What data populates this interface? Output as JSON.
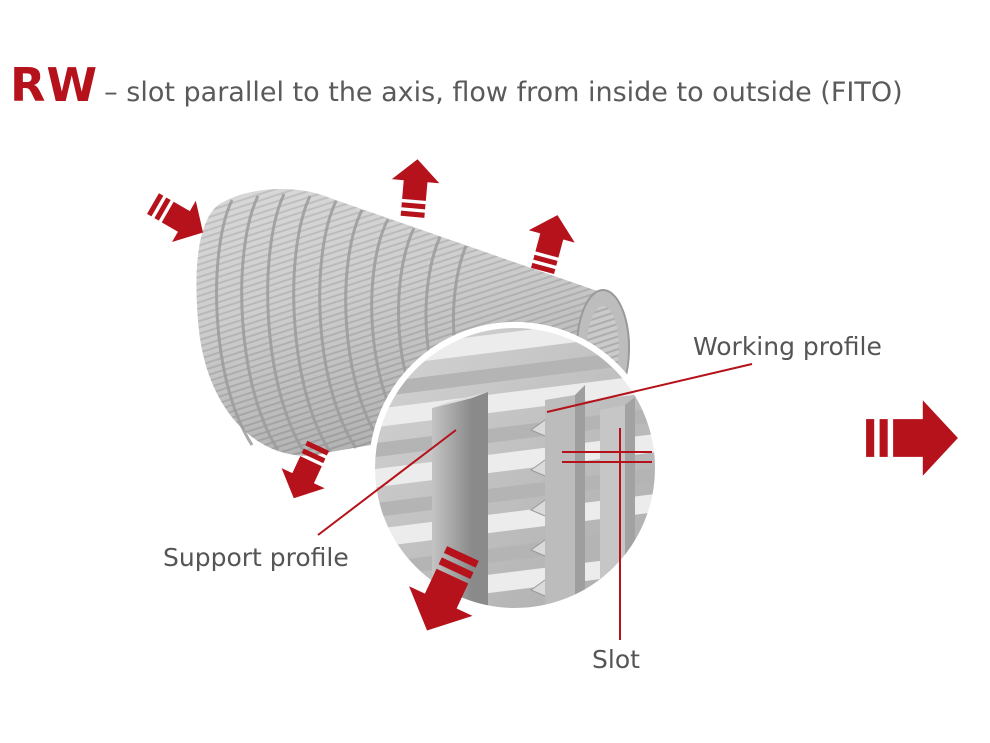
{
  "header": {
    "code": "RW",
    "description": "– slot parallel to the axis, flow from inside to outside (FITO)"
  },
  "labels": {
    "working_profile": "Working profile",
    "support_profile": "Support profile",
    "slot": "Slot"
  },
  "colors": {
    "accent_red": "#b5121b",
    "leader_line": "#b5121b",
    "text_grey": "#555555",
    "metal_light": "#c9c9c9",
    "metal_dark": "#8e8e8e"
  }
}
